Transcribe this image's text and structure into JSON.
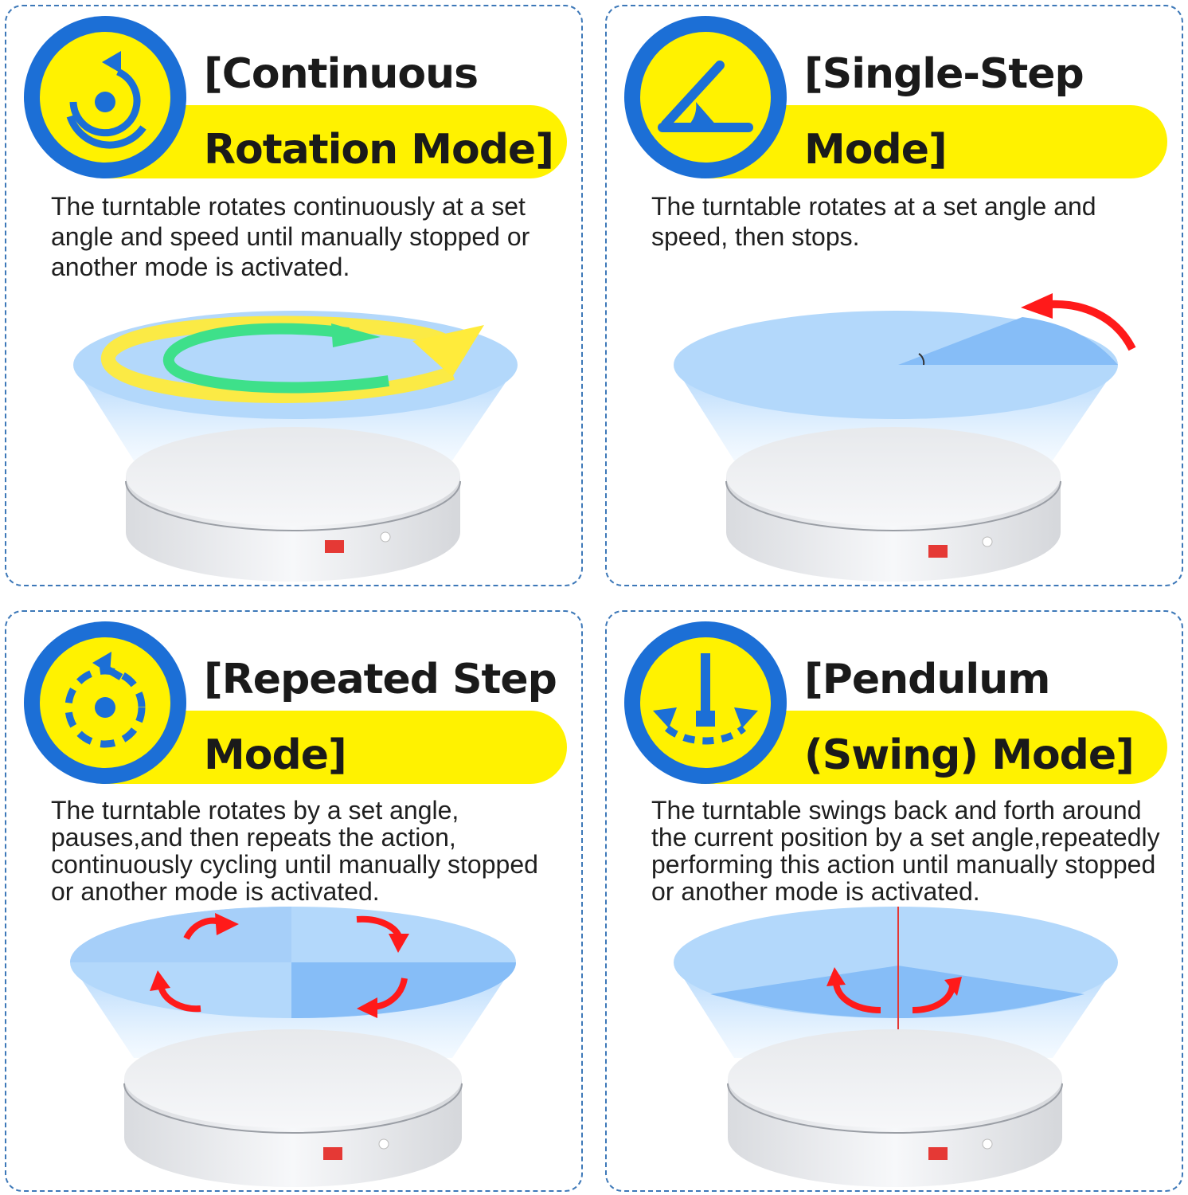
{
  "modes": [
    {
      "title_line1": "[Continuous",
      "title_line2": "Rotation Mode]",
      "description": "The turntable rotates continuously at a set angle and speed until manually stopped or another mode is activated.",
      "icon": "continuous-rotation-icon"
    },
    {
      "title_line1": "[Single-Step",
      "title_line2": "Mode]",
      "description": "The turntable rotates at a set angle and speed, then stops.",
      "icon": "angle-icon"
    },
    {
      "title_line1": "[Repeated Step",
      "title_line2": "Mode]",
      "description": "The turntable rotates by a set angle, pauses,and then repeats the action, continuously cycling until manually stopped or another mode is activated.",
      "icon": "repeated-step-icon"
    },
    {
      "title_line1": "[Pendulum",
      "title_line2": "(Swing) Mode]",
      "description": "The turntable swings back and forth around the current position by a set angle,repeatedly performing this action until manually stopped or another mode is activated.",
      "icon": "pendulum-icon"
    }
  ],
  "colors": {
    "badge_ring": "#1c6fd6",
    "badge_fill": "#fff200",
    "accent_yellow": "#fff200",
    "disc_blue": "#b3d8fb",
    "sector_blue": "#86bdf7",
    "arrow_red": "#ff1a1a",
    "arrow_green": "#3ee08a",
    "card_border": "#3d78b8"
  }
}
